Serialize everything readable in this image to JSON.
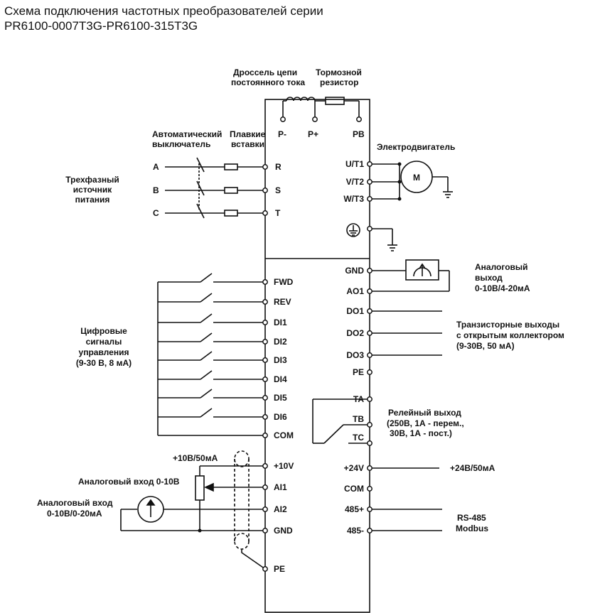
{
  "title": {
    "line1": "Схема подключения частотных преобразователей серии",
    "line2": "PR6100-0007T3G-PR6100-315T3G"
  },
  "labels": {
    "choke": [
      "Дроссель цепи",
      "постоянного тока"
    ],
    "brake": [
      "Тормозной",
      "резистор"
    ],
    "breaker": [
      "Автоматический",
      "выключатель"
    ],
    "fuses": [
      "Плавкие",
      "вставки"
    ],
    "motor": "Электродвигатель",
    "motor_symbol": "M",
    "source": [
      "Трехфазный",
      "источник",
      "питания"
    ],
    "digital": [
      "Цифровые",
      "сигналы",
      "управления",
      "(9-30 В, 8 мА)"
    ],
    "analog_out": [
      "Аналоговый",
      "выход",
      "0-10В/4-20мА"
    ],
    "transistor": [
      "Транзисторные выходы",
      "с открытым коллектором",
      "(9-30В, 50 мА)"
    ],
    "relay": [
      "Релейный выход",
      "(250В, 1А - перем.,",
      "30В, 1А - пост.)"
    ],
    "supply_out": "+24В/50мА",
    "rs485": [
      "RS-485",
      "Modbus"
    ],
    "plus10": "+10В/50мА",
    "ai_volt": "Аналоговый вход 0-10В",
    "ai_curr": [
      "Аналоговый вход",
      "0-10В/0-20мА"
    ]
  },
  "phases": [
    "A",
    "B",
    "C"
  ],
  "terminals": {
    "dc": [
      "P-",
      "P+",
      "PB"
    ],
    "input": [
      "R",
      "S",
      "T"
    ],
    "output": [
      "U/T1",
      "V/T2",
      "W/T3"
    ],
    "left": [
      "FWD",
      "REV",
      "DI1",
      "DI2",
      "DI3",
      "DI4",
      "DI5",
      "DI6",
      "COM",
      "+10V",
      "AI1",
      "AI2",
      "GND",
      "PE"
    ],
    "right": [
      "GND",
      "AO1",
      "DO1",
      "DO2",
      "DO3",
      "PE",
      "TA",
      "TB",
      "TC",
      "+24V",
      "COM",
      "485+",
      "485-"
    ]
  }
}
